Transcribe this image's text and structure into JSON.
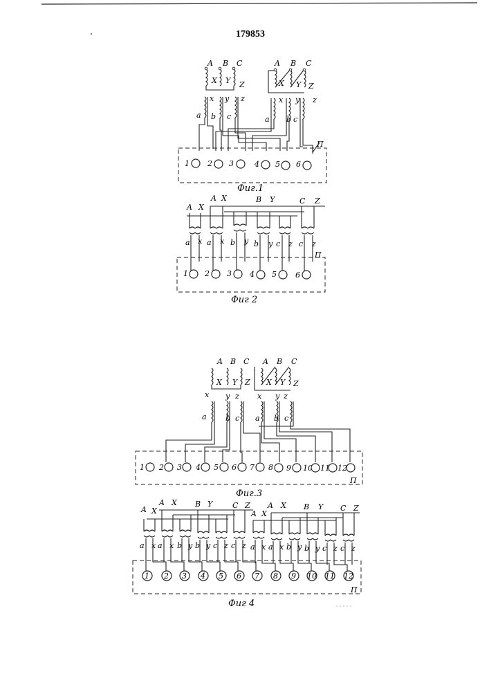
{
  "document": {
    "number": "179853"
  },
  "figures": [
    {
      "caption": "Фиг.1",
      "panel_label": "П",
      "terminals": [
        "1",
        "2",
        "3",
        "4",
        "5",
        "6"
      ],
      "primary_labels": [
        "A",
        "B",
        "C",
        "X",
        "Y",
        "Z"
      ],
      "secondary_labels": [
        "x",
        "y",
        "z",
        "a",
        "b",
        "c"
      ]
    },
    {
      "caption": "Фиг 2",
      "panel_label": "П",
      "terminals": [
        "1",
        "2",
        "3",
        "4",
        "5",
        "6"
      ],
      "top_labels": [
        "A",
        "X",
        "A",
        "X",
        "B",
        "Y",
        "C",
        "Z"
      ],
      "secondary_labels": [
        "a",
        "x",
        "a",
        "x",
        "b",
        "y",
        "b",
        "y",
        "c",
        "z",
        "c",
        "z"
      ]
    },
    {
      "caption": "Фиг.3",
      "panel_label": "П",
      "terminals": [
        "1",
        "2",
        "3",
        "4",
        "5",
        "6",
        "7",
        "8",
        "9",
        "10",
        "11",
        "12"
      ],
      "primary_labels": [
        "A",
        "B",
        "C",
        "X",
        "Y",
        "Z"
      ],
      "secondary_labels": [
        "x",
        "y",
        "z",
        "a",
        "b",
        "c"
      ]
    },
    {
      "caption": "Фиг 4",
      "panel_label": "П",
      "terminals": [
        "1",
        "2",
        "3",
        "4",
        "5",
        "6",
        "7",
        "8",
        "9",
        "10",
        "11",
        "12"
      ],
      "top_labels": [
        "A",
        "X",
        "A",
        "X",
        "B",
        "Y",
        "C",
        "Z",
        "A",
        "X",
        "A",
        "X",
        "B",
        "Y",
        "C",
        "Z"
      ],
      "secondary_labels": [
        "a",
        "x",
        "a",
        "x",
        "b",
        "y",
        "b",
        "y",
        "c",
        "z",
        "c",
        "z"
      ]
    }
  ]
}
